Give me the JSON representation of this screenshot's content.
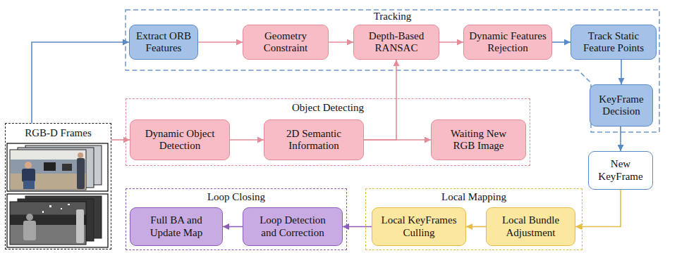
{
  "diagram": {
    "nodes": [
      {
        "text": [
          "Tracking"
        ]
      },
      {
        "text": [
          "Extract ORB Features"
        ],
        "in": 0
      },
      {
        "text": [
          "Geometry Constraint"
        ],
        "in": 0
      },
      {
        "text": [
          "Depth-Based RANSAC"
        ],
        "in": 0
      },
      {
        "text": [
          "Dynamic Features Rejection"
        ],
        "in": 0
      },
      {
        "text": [
          "Track Static Feature Points"
        ],
        "in": 0
      },
      {
        "text": [
          "KeyFrame Decision"
        ],
        "in": 0
      },
      {
        "text": [
          "RGB-D Frames"
        ]
      },
      {
        "text": [
          "Object Detecting"
        ]
      },
      {
        "text": [
          "Dynamic Object Detection"
        ],
        "in": 8
      },
      {
        "text": [
          "2D Semantic Information"
        ],
        "in": 8
      },
      {
        "text": [
          "Waiting New RGB Image"
        ],
        "in": 8
      },
      {
        "text": [
          "New KeyFrame"
        ]
      },
      {
        "text": [
          "Local Mapping"
        ]
      },
      {
        "text": [
          "Local KeyFrames Culling"
        ],
        "in": 13
      },
      {
        "text": [
          "Local Bundle Adjustment"
        ],
        "in": 13
      },
      {
        "text": [
          "Loop Closing"
        ]
      },
      {
        "text": [
          "Loop Detection and Correction"
        ],
        "in": 16
      },
      {
        "text": [
          "Full BA and Update Map"
        ],
        "in": 16
      }
    ],
    "edges": [
      {
        "from": 7,
        "to": 1,
        "arrow": "to"
      },
      {
        "from": 1,
        "to": 2,
        "arrow": "to"
      },
      {
        "from": 2,
        "to": 3,
        "arrow": "to"
      },
      {
        "from": 3,
        "to": 4,
        "arrow": "to"
      },
      {
        "from": 4,
        "to": 5,
        "arrow": "to"
      },
      {
        "from": 5,
        "to": 6,
        "arrow": "to"
      },
      {
        "from": 6,
        "to": 12,
        "arrow": "to"
      },
      {
        "from": 7,
        "to": 9,
        "arrow": "to"
      },
      {
        "from": 9,
        "to": 10,
        "arrow": "to"
      },
      {
        "from": 10,
        "to": 11,
        "arrow": "to"
      },
      {
        "from": 10,
        "to": 3,
        "arrow": "to"
      },
      {
        "from": 12,
        "to": 15,
        "arrow": "to"
      },
      {
        "from": 15,
        "to": 14,
        "arrow": "to"
      },
      {
        "from": 14,
        "to": 17,
        "arrow": "to"
      },
      {
        "from": 17,
        "to": 18,
        "arrow": "to"
      }
    ]
  }
}
